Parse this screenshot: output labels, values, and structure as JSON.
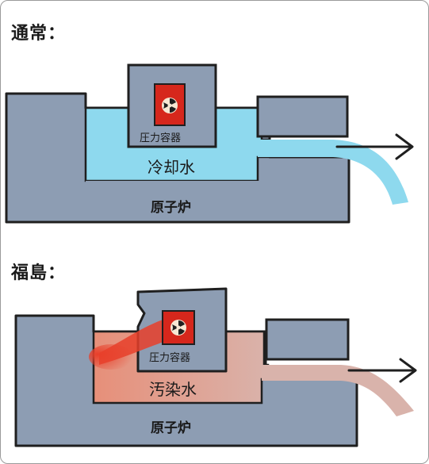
{
  "colors": {
    "structure": "#8d9db3",
    "outline": "#1f1f1f",
    "coolant_normal": "#8ed9ee",
    "coolant_contaminated": "#e8a38f",
    "hazard_box": "#d6271c",
    "hazard_symbol": "#f6e7d3"
  },
  "panels": [
    {
      "heading": "通常：",
      "vessel_label": "圧力容器",
      "water_label": "冷却水",
      "reactor_label": "原子炉",
      "vessel_state": "intact",
      "water_state": "normal"
    },
    {
      "heading": "福島：",
      "vessel_label": "圧力容器",
      "water_label": "汚染水",
      "reactor_label": "原子炉",
      "vessel_state": "damaged",
      "water_state": "contaminated"
    }
  ]
}
